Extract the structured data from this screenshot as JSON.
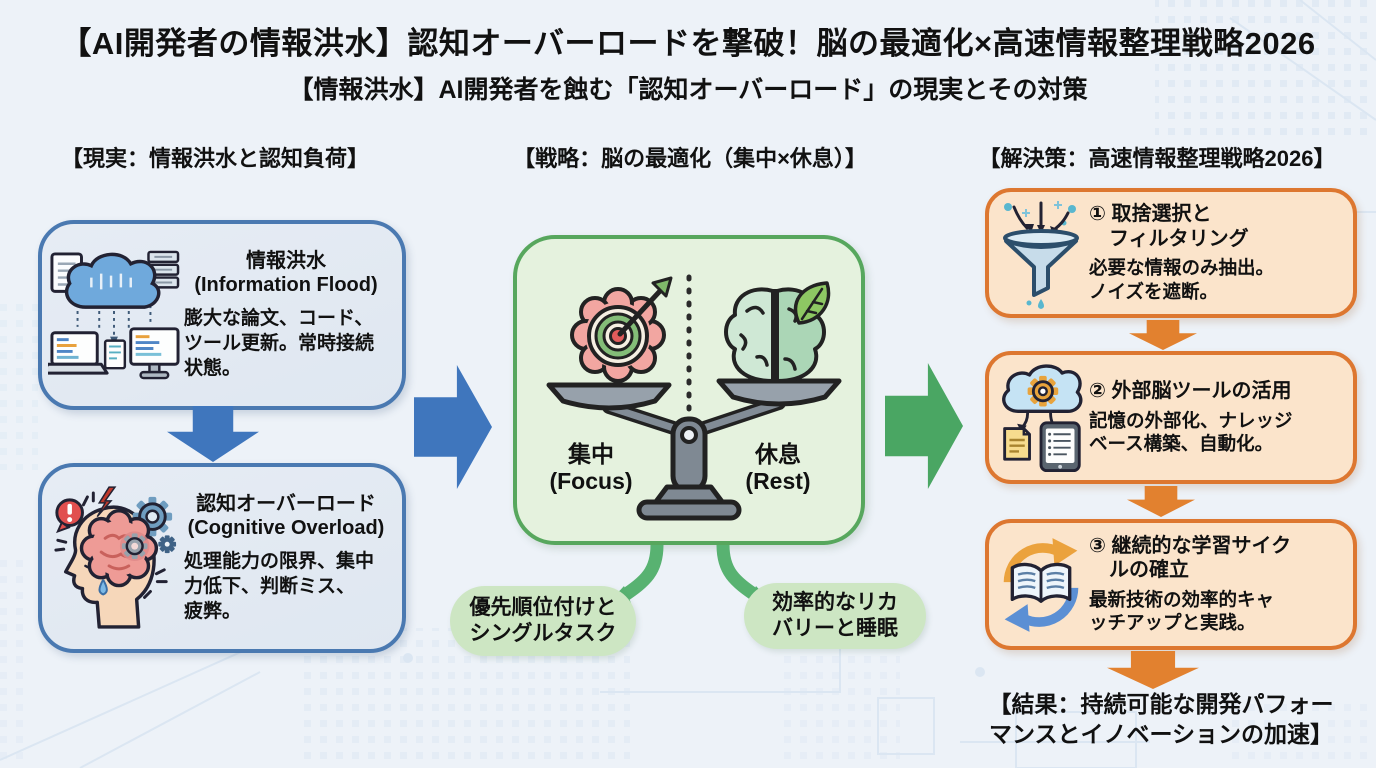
{
  "colors": {
    "background": "#edf2f8",
    "text": "#111111",
    "blue_border": "#4a79b1",
    "blue_fill": "#dfe7f1",
    "blue_arrow": "#3f76bd",
    "green_border": "#57a75d",
    "green_fill": "#e5f2de",
    "green_pill": "#cde6c3",
    "green_arrow": "#4aa663",
    "orange_border": "#dd7730",
    "orange_fill": "#fbe4cb",
    "orange_arrow": "#e2812f"
  },
  "page": {
    "title": "【AI開発者の情報洪水】認知オーバーロードを撃破！脳の最適化×高速情報整理戦略2026",
    "subtitle": "【情報洪水】AI開発者を蝕む「認知オーバーロード」の現実とその対策"
  },
  "left": {
    "header": "【現実：情報洪水と認知負荷】",
    "box1": {
      "icon": "information-flood-icon",
      "title": "情報洪水\n(Information Flood)",
      "body": "膨大な論文、コード、\nツール更新。常時接続\n状態。"
    },
    "box2": {
      "icon": "cognitive-overload-icon",
      "title": "認知オーバーロード\n(Cognitive Overload)",
      "body": "処理能力の限界、集中\n力低下、判断ミス、\n疲弊。"
    }
  },
  "center": {
    "header": "【戦略：脳の最適化（集中×休息）】",
    "focus_label": "集中\n(Focus)",
    "rest_label": "休息\n(Rest)",
    "pill_left": "優先順位付けと\nシングルタスク",
    "pill_right": "効率的なリカ\nバリーと睡眠"
  },
  "right": {
    "header": "【解決策：高速情報整理戦略2026】",
    "box1": {
      "icon": "filter-funnel-icon",
      "title": "① 取捨選択と\n　フィルタリング",
      "body": "必要な情報のみ抽出。\nノイズを遮断。"
    },
    "box2": {
      "icon": "external-brain-tools-icon",
      "title": "② 外部脳ツールの活用",
      "body": "記憶の外部化、ナレッジ\nベース構築、自動化。"
    },
    "box3": {
      "icon": "learning-cycle-icon",
      "title": "③ 継続的な学習サイク\n　ルの確立",
      "body": "最新技術の効率的キャ\nッチアップと実践。"
    },
    "result": "【結果：持続可能な開発パフォー\nマンスとイノベーションの加速】"
  }
}
